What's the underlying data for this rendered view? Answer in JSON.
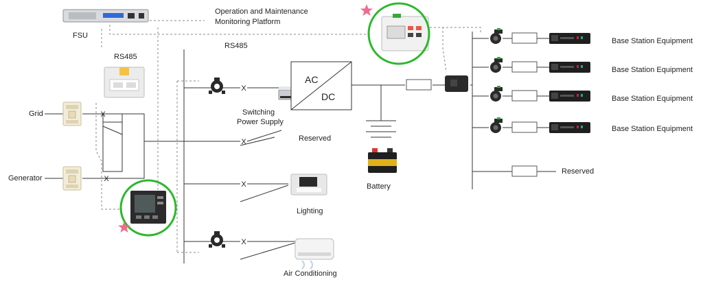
{
  "labels": {
    "fsu": "FSU",
    "platform_line1": "Operation and Maintenance",
    "platform_line2": "Monitoring Platform",
    "rs485_left": "RS485",
    "rs485_center": "RS485",
    "grid": "Grid",
    "generator": "Generator",
    "switching_line1": "Switching",
    "switching_line2": "Power Supply",
    "ac": "AC",
    "dc": "DC",
    "reserved_mid": "Reserved",
    "lighting": "Lighting",
    "air_conditioning": "Air Conditioning",
    "battery": "Battery",
    "base_station_1": "Base Station Equipment",
    "base_station_2": "Base Station Equipment",
    "base_station_3": "Base Station Equipment",
    "base_station_4": "Base Station Equipment",
    "reserved_right": "Reserved",
    "switch_mark": "X"
  },
  "colors": {
    "line": "#333333",
    "dashed": "#8a8a8a",
    "highlight_circle": "#2db82d",
    "star": "#ee6d8c",
    "equipment_body": "#1f1f1f"
  },
  "icons": [
    "fsu-device-icon",
    "rs485-meter-icon",
    "power-meter-icon",
    "dc-meter-icon",
    "current-transformer-icon",
    "breaker-icon",
    "switching-power-supply-icon",
    "battery-icon",
    "lighting-fixture-icon",
    "air-conditioner-icon",
    "base-station-equipment-icon",
    "star-icon"
  ]
}
